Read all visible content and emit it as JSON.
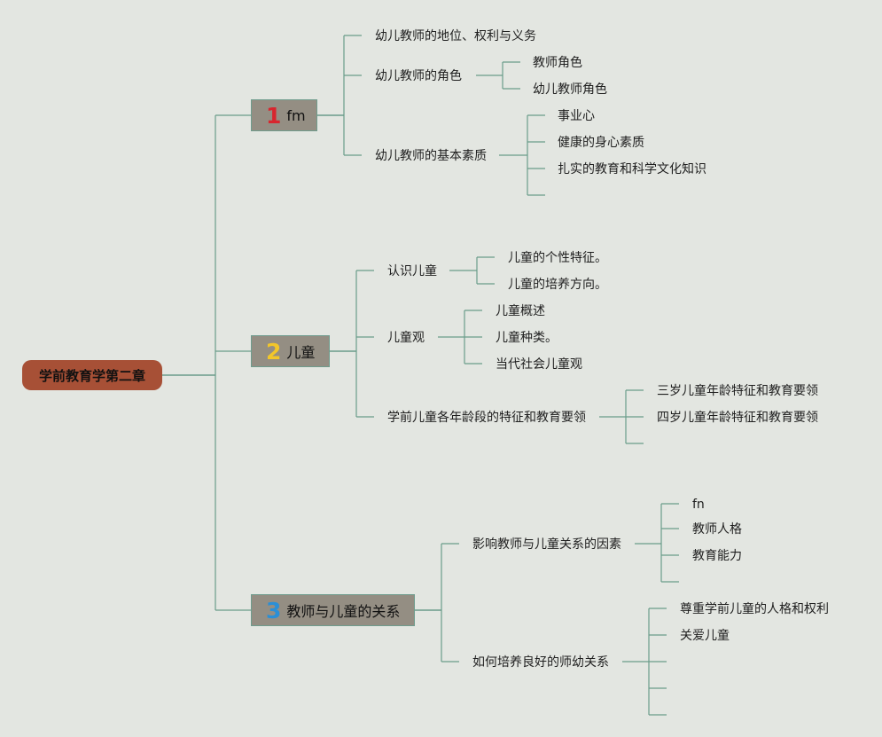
{
  "root": {
    "label": "学前教育学第二章"
  },
  "branches": [
    {
      "number": "1",
      "number_color": "#d8262e",
      "label": "fm",
      "children": [
        {
          "label": "幼儿教师的地位、权利与义务",
          "children": []
        },
        {
          "label": "幼儿教师的角色",
          "children": [
            "教师角色",
            "幼儿教师角色"
          ]
        },
        {
          "label": "幼儿教师的基本素质",
          "children": [
            "事业心",
            "健康的身心素质",
            "扎实的教育和科学文化知识",
            ""
          ]
        }
      ]
    },
    {
      "number": "2",
      "number_color": "#f2c62a",
      "label": "儿童",
      "children": [
        {
          "label": "认识儿童",
          "children": [
            "儿童的个性特征。",
            "儿童的培养方向。"
          ]
        },
        {
          "label": "儿童观",
          "children": [
            "儿童概述",
            "儿童种类。",
            "当代社会儿童观"
          ]
        },
        {
          "label": "学前儿童各年龄段的特征和教育要领",
          "children": [
            "三岁儿童年龄特征和教育要领",
            "四岁儿童年龄特征和教育要领",
            ""
          ]
        }
      ]
    },
    {
      "number": "3",
      "number_color": "#2b8fd6",
      "label": "教师与儿童的关系",
      "children": [
        {
          "label": "影响教师与儿童关系的因素",
          "children": [
            "fn",
            "教师人格",
            "教育能力",
            ""
          ]
        },
        {
          "label": "如何培养良好的师幼关系",
          "children": [
            "尊重学前儿童的人格和权利",
            "关爱儿童",
            "",
            "",
            ""
          ]
        }
      ]
    }
  ],
  "colors": {
    "line": "#6a9c8a",
    "root_fill": "#a75036",
    "branch_fill": "#948e83",
    "background": "#e3e6e1"
  }
}
